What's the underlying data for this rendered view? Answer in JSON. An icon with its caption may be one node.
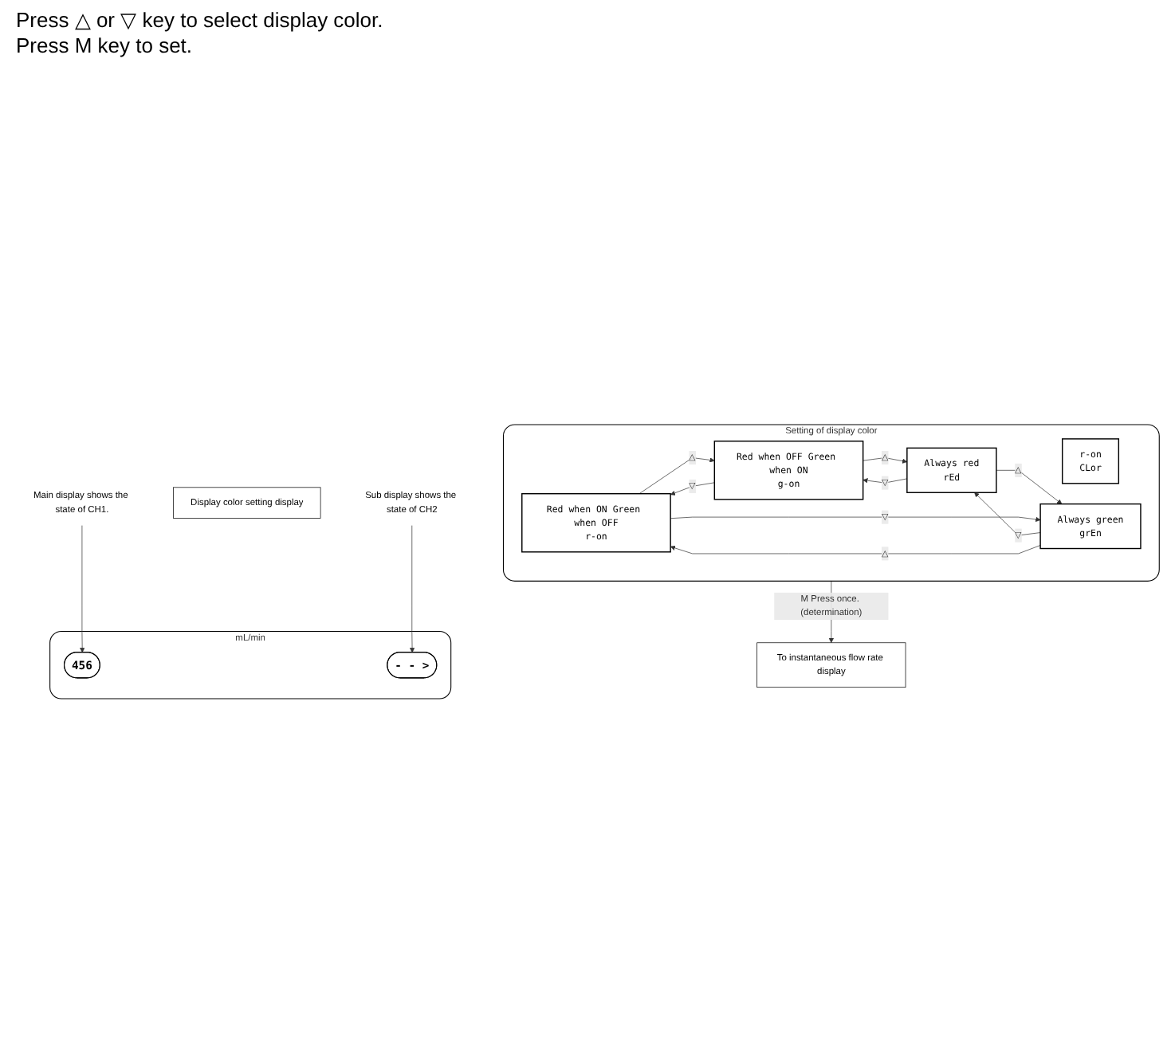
{
  "diagram": {
    "nodes": [
      {
        "text": [
          "Display color setting display"
        ]
      },
      {
        "text": [
          "Setting of display color"
        ]
      },
      {
        "text": [
          "r-on",
          "CLor"
        ],
        "in": 1
      },
      {
        "text": [
          "Red when ON Green when OFF",
          "r-on"
        ],
        "in": 1
      },
      {
        "text": [
          "Red when OFF Green when ON",
          "g-on"
        ],
        "in": 1
      },
      {
        "text": [
          "Always red",
          "rEd"
        ],
        "in": 1
      },
      {
        "text": [
          "Always green",
          "grEn"
        ],
        "in": 1
      },
      {
        "text": [
          "To instantaneous flow rate display"
        ]
      },
      {
        "text": [
          "mL/min"
        ]
      },
      {
        "text": [
          "456"
        ],
        "in": 8
      },
      {
        "text": [
          "- - >"
        ],
        "in": 8
      },
      {
        "text": [
          "Main display shows the state of CH1."
        ]
      },
      {
        "text": [
          "Sub display shows the state of CH2"
        ]
      }
    ],
    "edges": [
      {
        "from": 3,
        "to": 4,
        "arrow": "to",
        "label": "△"
      },
      {
        "from": 4,
        "to": 3,
        "arrow": "to",
        "label": "▽"
      },
      {
        "from": 4,
        "to": 5,
        "arrow": "to",
        "label": "△"
      },
      {
        "from": 5,
        "to": 4,
        "arrow": "to",
        "label": "▽"
      },
      {
        "from": 5,
        "to": 6,
        "arrow": "to",
        "label": "△"
      },
      {
        "from": 6,
        "to": 5,
        "arrow": "to",
        "label": "▽"
      },
      {
        "from": 3,
        "to": 6,
        "arrow": "to",
        "label": "▽"
      },
      {
        "from": 6,
        "to": 3,
        "arrow": "to",
        "label": "△"
      },
      {
        "from": 1,
        "to": 7,
        "arrow": "to",
        "label": "M Press once. (determination)"
      },
      {
        "from": 11,
        "to": 9,
        "arrow": "to"
      },
      {
        "from": 12,
        "to": 10,
        "arrow": "to"
      }
    ],
    "labels": [
      "Press △ or ▽ key to select display color.",
      "Press M key to set."
    ]
  }
}
